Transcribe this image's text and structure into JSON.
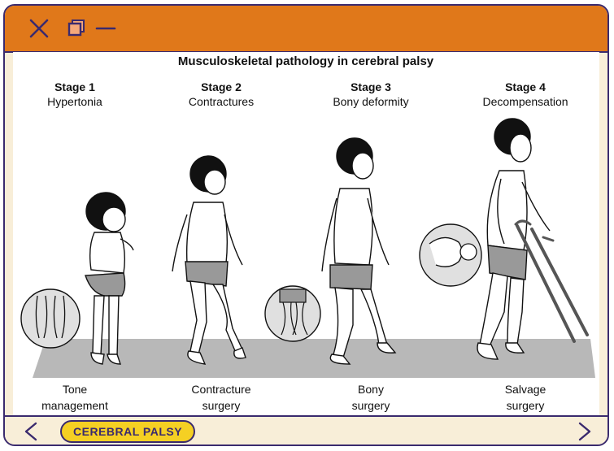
{
  "window": {
    "accent": "#e0781a",
    "background": "#f8eed8",
    "border": "#3a2a6e",
    "controls": [
      "close-icon",
      "window-icon",
      "minimize-icon"
    ]
  },
  "figure": {
    "title": "Musculoskeletal pathology in cerebral palsy",
    "stages": [
      {
        "stage": "Stage 1",
        "name": "Hypertonia",
        "treatment_line1": "Tone",
        "treatment_line2": "management"
      },
      {
        "stage": "Stage 2",
        "name": "Contractures",
        "treatment_line1": "Contracture",
        "treatment_line2": "surgery"
      },
      {
        "stage": "Stage 3",
        "name": "Bony deformity",
        "treatment_line1": "Bony",
        "treatment_line2": "surgery"
      },
      {
        "stage": "Stage 4",
        "name": "Decompensation",
        "treatment_line1": "Salvage",
        "treatment_line2": "surgery"
      }
    ]
  },
  "footer": {
    "tag": "CEREBRAL PALSY",
    "tag_color": "#f5d023",
    "prev_icon": "chevron-left-icon",
    "next_icon": "chevron-right-icon"
  }
}
